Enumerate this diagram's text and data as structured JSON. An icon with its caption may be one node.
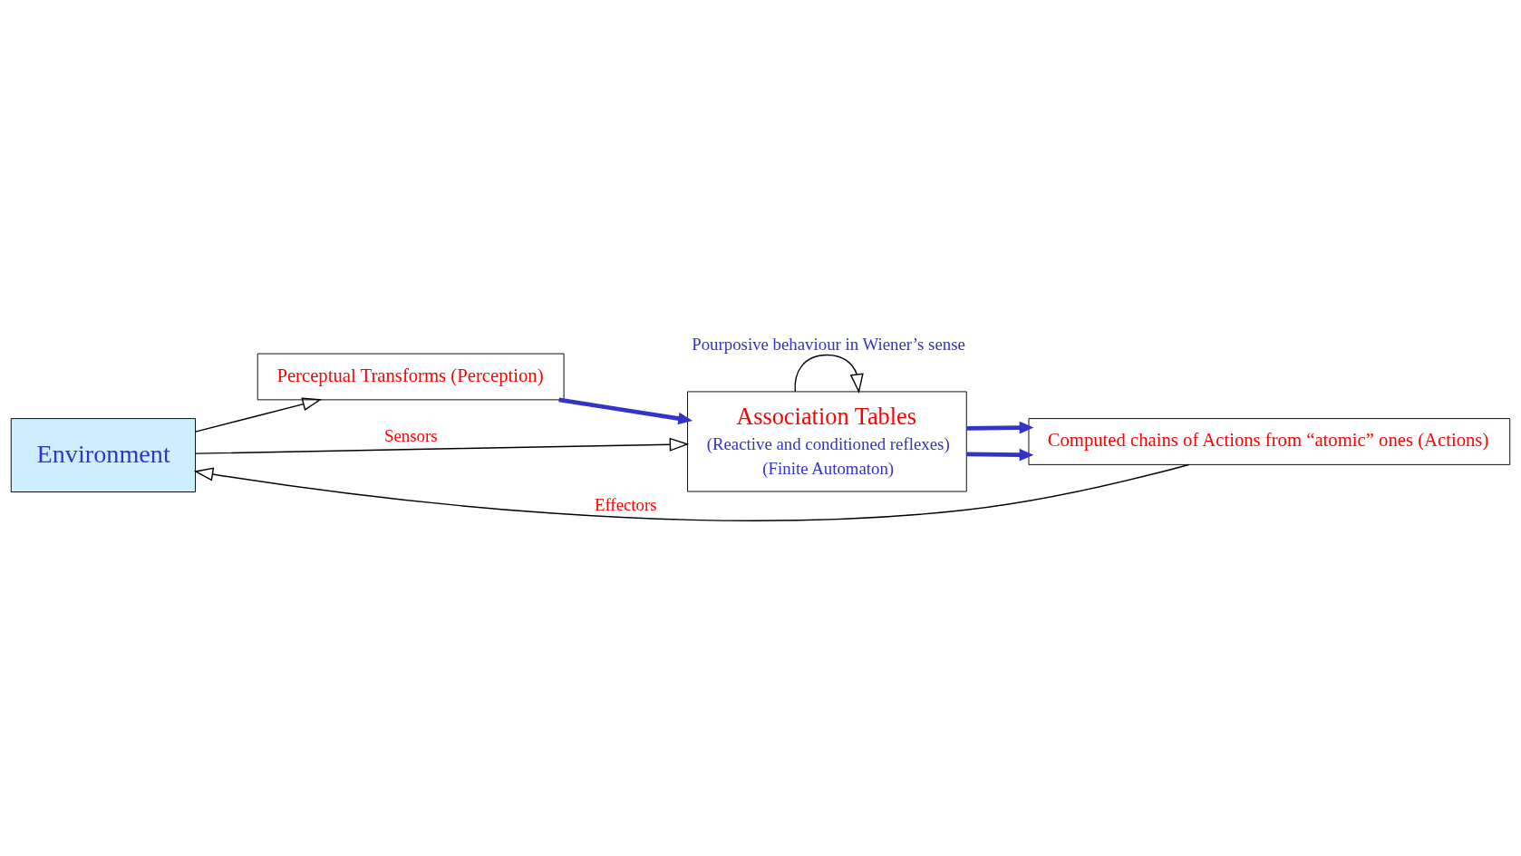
{
  "diagram": {
    "nodes": [
      {
        "text": [
          "Environment"
        ]
      },
      {
        "text": [
          "Perceptual Transforms (Perception)"
        ]
      },
      {
        "text": [
          "Association Tables",
          "(Reactive and conditioned reflexes)",
          "(Finite Automaton)"
        ]
      },
      {
        "text": [
          "Computed chains of Actions from “atomic” ones (Actions)"
        ]
      }
    ],
    "edges": [
      {
        "from": 0,
        "to": 2,
        "arrow": "to",
        "label": "Sensors"
      },
      {
        "from": 0,
        "to": 1,
        "arrow": "to"
      },
      {
        "from": 1,
        "to": 2,
        "arrow": "to",
        "style": "thick",
        "color": "#3333cc"
      },
      {
        "from": 2,
        "to": 3,
        "arrow": "to",
        "style": "thick",
        "color": "#3333cc"
      },
      {
        "from": 2,
        "to": 3,
        "arrow": "to",
        "style": "thick",
        "color": "#3333cc"
      },
      {
        "from": 2,
        "to": 2,
        "arrow": "to",
        "label": "Pourposive behaviour in Wiener’s sense"
      },
      {
        "from": 3,
        "to": 0,
        "arrow": "to",
        "label": "Effectors"
      }
    ]
  }
}
